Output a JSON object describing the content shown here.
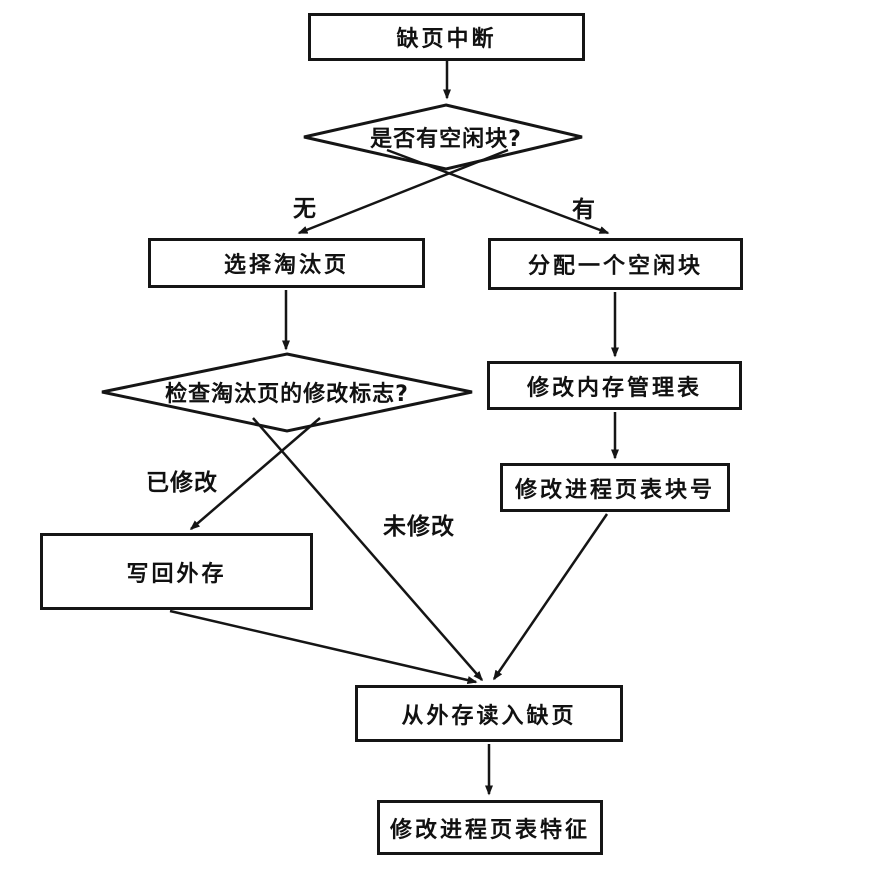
{
  "diagram": {
    "type": "flowchart",
    "language": "zh",
    "topic": "page-fault interrupt handling",
    "colors": {
      "line": "#151515",
      "background": "#ffffff",
      "text": "#111111"
    },
    "nodes": [
      {
        "id": "start",
        "shape": "rect",
        "label": "缺页中断"
      },
      {
        "id": "has-free-block",
        "shape": "diamond",
        "label": "是否有空闲块?"
      },
      {
        "id": "select-victim-page",
        "shape": "rect",
        "label": "选择淘汰页"
      },
      {
        "id": "allocate-free-block",
        "shape": "rect",
        "label": "分配一个空闲块"
      },
      {
        "id": "check-modify-flag",
        "shape": "diamond",
        "label": "检查淘汰页的修改标志?"
      },
      {
        "id": "modify-memory-table",
        "shape": "rect",
        "label": "修改内存管理表"
      },
      {
        "id": "modify-page-table-block",
        "shape": "rect",
        "label": "修改进程页表块号"
      },
      {
        "id": "write-back-to-disk",
        "shape": "rect",
        "label": "写回外存"
      },
      {
        "id": "read-page-from-disk",
        "shape": "rect",
        "label": "从外存读入缺页"
      },
      {
        "id": "modify-page-table-flags",
        "shape": "rect",
        "label": "修改进程页表特征"
      }
    ],
    "edge_labels": {
      "no": "无",
      "yes": "有",
      "modified": "已修改",
      "not_modified": "未修改"
    }
  }
}
